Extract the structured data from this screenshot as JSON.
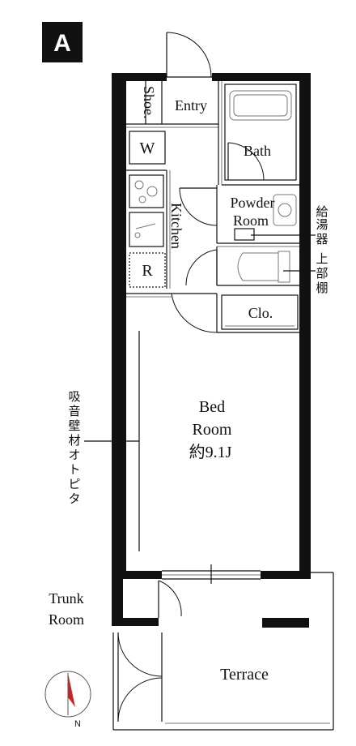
{
  "plan": {
    "unit_badge": "A",
    "rooms": {
      "entry": "Entry",
      "shoe": "Shoe.",
      "washer": "W",
      "bath": "Bath",
      "kitchen": "Kitchen",
      "powder_line1": "Powder",
      "powder_line2": "Room",
      "fridge": "R",
      "closet": "Clo.",
      "bed_line1": "Bed",
      "bed_line2": "Room",
      "bed_area": "約9.1J",
      "trunk_line1": "Trunk",
      "trunk_line2": "Room",
      "terrace": "Terrace"
    },
    "notes": {
      "water_heater_shelf": [
        "給",
        "湯",
        "器",
        "上",
        "部",
        "棚"
      ],
      "sound_absorbing_wall": [
        "吸",
        "音",
        "壁",
        "材",
        "オ",
        "ト",
        "ピ",
        "タ"
      ]
    },
    "compass_letter": "N",
    "colors": {
      "wall": "#111111",
      "background": "#ffffff"
    }
  }
}
